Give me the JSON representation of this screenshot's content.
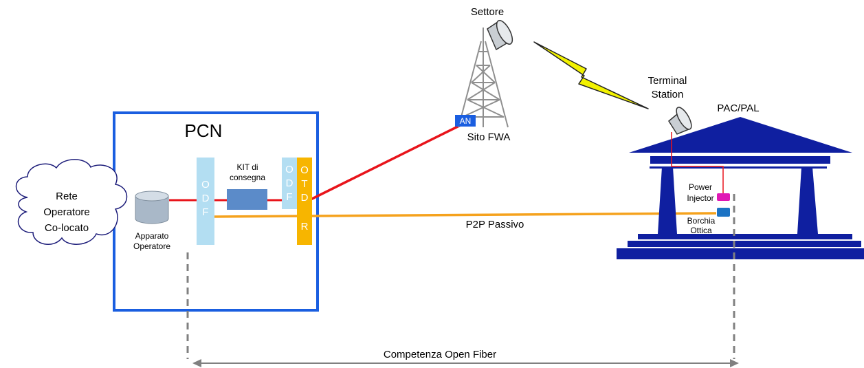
{
  "pcn": {
    "title": "PCN"
  },
  "cloud": {
    "line1": "Rete",
    "line2": "Operatore",
    "line3": "Co-locato"
  },
  "operator_device": {
    "line1": "Apparato",
    "line2": "Operatore"
  },
  "odf_left": {
    "c1": "O",
    "c2": "D",
    "c3": "F"
  },
  "kit": {
    "line1": "KIT di",
    "line2": "consegna"
  },
  "odf_right": {
    "c1": "O",
    "c2": "D",
    "c3": "F"
  },
  "otdr": {
    "c1": "O",
    "c2": "T",
    "c3": "D",
    "c4": "R"
  },
  "tower": {
    "sector_label": "Settore",
    "an_badge": "AN",
    "site_label": "Sito FWA"
  },
  "terminal": {
    "line1": "Terminal",
    "line2": "Station"
  },
  "building": {
    "title": "PAC/PAL"
  },
  "power_injector": {
    "line1": "Power",
    "line2": "Injector"
  },
  "borchia": {
    "line1": "Borchia",
    "line2": "Ottica"
  },
  "link": {
    "p2p_label": "P2P Passivo"
  },
  "competenza": {
    "label": "Competenza Open Fiber"
  },
  "colors": {
    "pcn_border": "#1a5ee0",
    "red_fiber": "#e8141b",
    "orange_fiber": "#f5a21d",
    "odf": "#b3def2",
    "otdr": "#f7b500",
    "kit": "#5b8bc9",
    "building": "#0f1fa0",
    "lightning": "#f2f200",
    "injector": "#e018b4",
    "borchia": "#1c73c4"
  }
}
